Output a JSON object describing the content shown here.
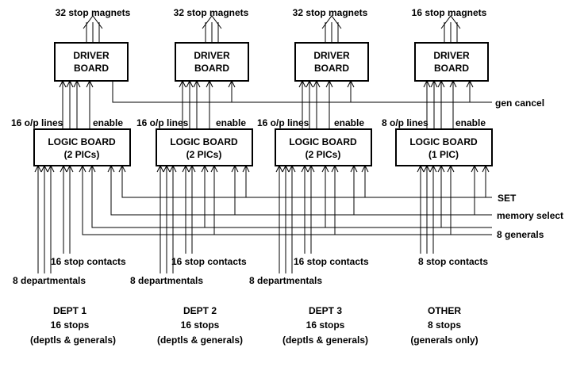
{
  "top_labels": [
    "32 stop magnets",
    "32 stop magnets",
    "32 stop magnets",
    "16 stop magnets"
  ],
  "driver_boards": [
    {
      "line1": "DRIVER",
      "line2": "BOARD"
    },
    {
      "line1": "DRIVER",
      "line2": "BOARD"
    },
    {
      "line1": "DRIVER",
      "line2": "BOARD"
    },
    {
      "line1": "DRIVER",
      "line2": "BOARD"
    }
  ],
  "output_line_labels": [
    "16 o/p lines",
    "16 o/p lines",
    "16 o/p lines",
    "8 o/p lines"
  ],
  "enable_labels": [
    "enable",
    "enable",
    "enable",
    "enable"
  ],
  "logic_boards": [
    {
      "line1": "LOGIC BOARD",
      "line2": "(2 PICs)"
    },
    {
      "line1": "LOGIC BOARD",
      "line2": "(2 PICs)"
    },
    {
      "line1": "LOGIC BOARD",
      "line2": "(2 PICs)"
    },
    {
      "line1": "LOGIC BOARD",
      "line2": "(1 PIC)"
    }
  ],
  "bus_labels": {
    "gen_cancel": "gen cancel",
    "set": "SET",
    "memory_select": "memory select",
    "generals": "8 generals"
  },
  "contact_labels": [
    "16 stop contacts",
    "16 stop contacts",
    "16 stop contacts",
    "8 stop contacts"
  ],
  "departmental_labels": [
    "8 departmentals",
    "8 departmentals",
    "8 departmentals"
  ],
  "departments": [
    {
      "name": "DEPT 1",
      "stops": "16  stops",
      "note": "(deptls & generals)"
    },
    {
      "name": "DEPT 2",
      "stops": "16  stops",
      "note": "(deptls & generals)"
    },
    {
      "name": "DEPT 3",
      "stops": "16  stops",
      "note": "(deptls & generals)"
    },
    {
      "name": "OTHER",
      "stops": "8 stops",
      "note": "(generals only)"
    }
  ]
}
